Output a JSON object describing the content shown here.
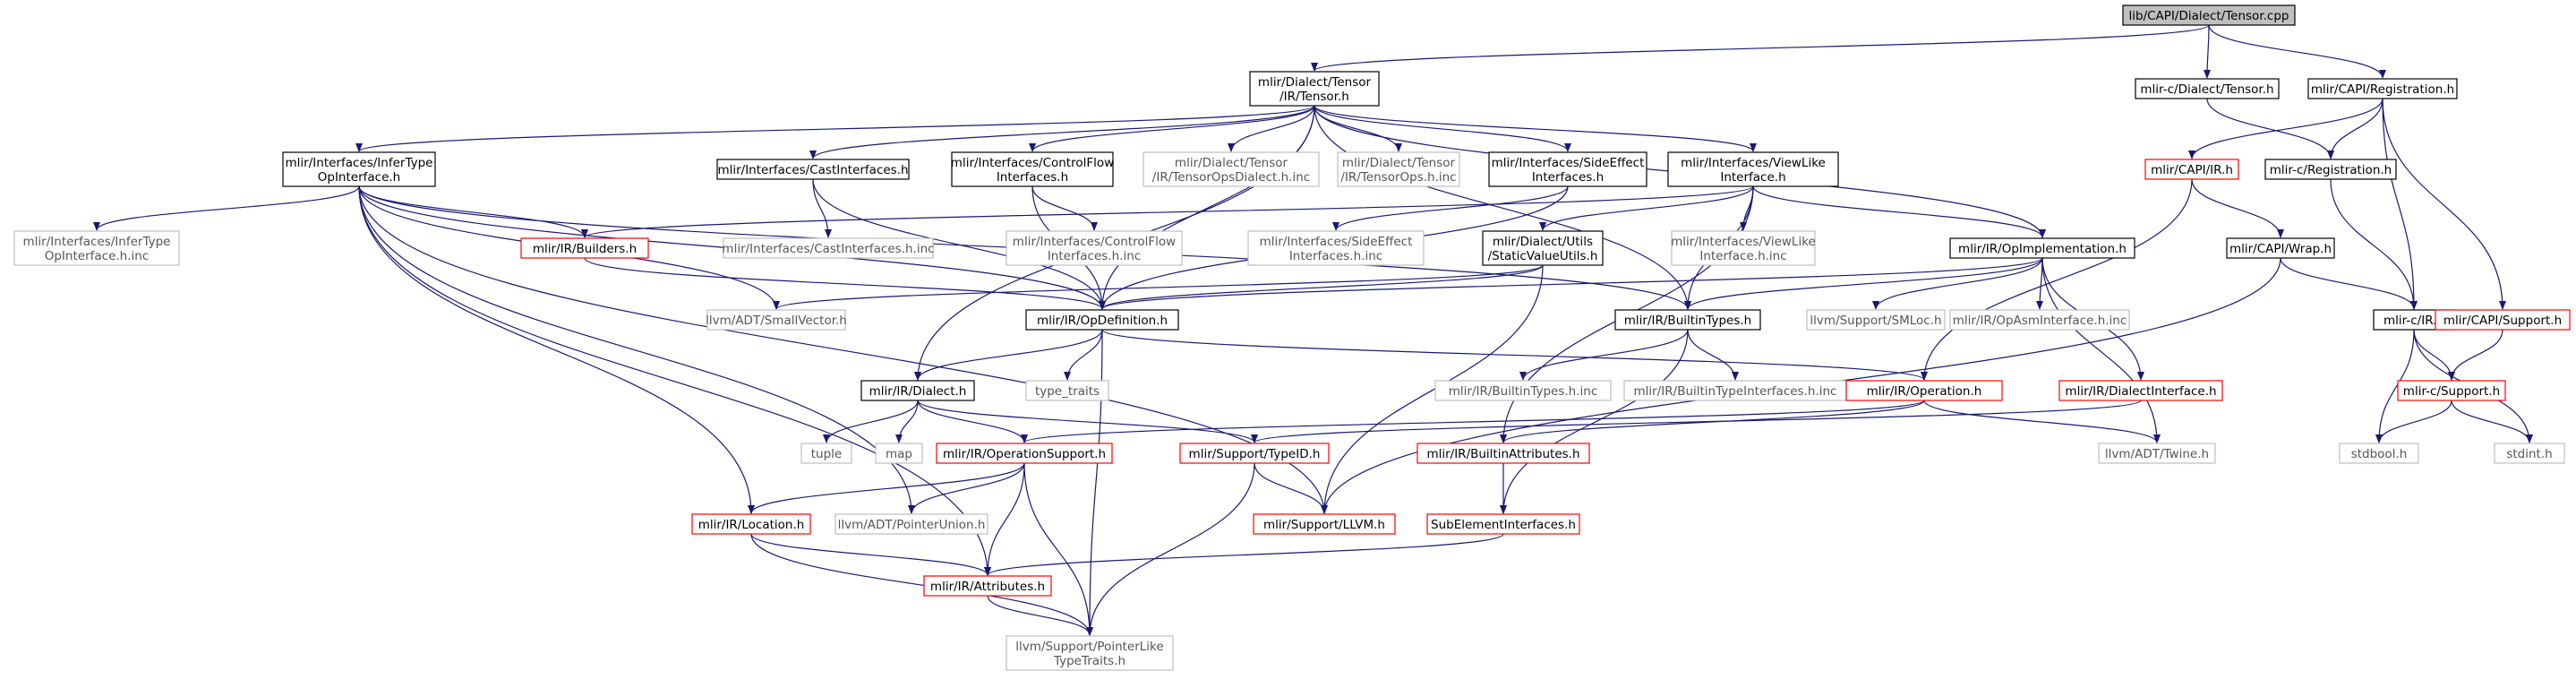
{
  "graph": {
    "nodes": {
      "n_root": {
        "lines": [
          "lib/CAPI/Dialect/Tensor.cpp"
        ],
        "style": "root"
      },
      "n_tensor_h": {
        "lines": [
          "mlir/Dialect/Tensor",
          "/IR/Tensor.h"
        ],
        "style": "normal"
      },
      "n_capi_tensor": {
        "lines": [
          "mlir-c/Dialect/Tensor.h"
        ],
        "style": "normal"
      },
      "n_capi_reg": {
        "lines": [
          "mlir/CAPI/Registration.h"
        ],
        "style": "normal"
      },
      "n_infertype": {
        "lines": [
          "mlir/Interfaces/InferType",
          "OpInterface.h"
        ],
        "style": "normal"
      },
      "n_cast": {
        "lines": [
          "mlir/Interfaces/CastInterfaces.h"
        ],
        "style": "normal"
      },
      "n_controlflow": {
        "lines": [
          "mlir/Interfaces/ControlFlow",
          "Interfaces.h"
        ],
        "style": "normal"
      },
      "n_tensoropsdialect": {
        "lines": [
          "mlir/Dialect/Tensor",
          "/IR/TensorOpsDialect.h.inc"
        ],
        "style": "gray"
      },
      "n_tensorops_inc": {
        "lines": [
          "mlir/Dialect/Tensor",
          "/IR/TensorOps.h.inc"
        ],
        "style": "gray"
      },
      "n_sideeffect": {
        "lines": [
          "mlir/Interfaces/SideEffect",
          "Interfaces.h"
        ],
        "style": "normal"
      },
      "n_viewlike": {
        "lines": [
          "mlir/Interfaces/ViewLike",
          "Interface.h"
        ],
        "style": "normal"
      },
      "n_capi_ir": {
        "lines": [
          "mlir/CAPI/IR.h"
        ],
        "style": "red"
      },
      "n_c_reg": {
        "lines": [
          "mlir-c/Registration.h"
        ],
        "style": "normal"
      },
      "n_infertype_inc": {
        "lines": [
          "mlir/Interfaces/InferType",
          "OpInterface.h.inc"
        ],
        "style": "gray"
      },
      "n_builders": {
        "lines": [
          "mlir/IR/Builders.h"
        ],
        "style": "red"
      },
      "n_cast_inc": {
        "lines": [
          "mlir/Interfaces/CastInterfaces.h.inc"
        ],
        "style": "gray"
      },
      "n_controlflow_inc": {
        "lines": [
          "mlir/Interfaces/ControlFlow",
          "Interfaces.h.inc"
        ],
        "style": "gray"
      },
      "n_sideeffect_inc": {
        "lines": [
          "mlir/Interfaces/SideEffect",
          "Interfaces.h.inc"
        ],
        "style": "gray"
      },
      "n_staticvalue": {
        "lines": [
          "mlir/Dialect/Utils",
          "/StaticValueUtils.h"
        ],
        "style": "normal"
      },
      "n_viewlike_inc": {
        "lines": [
          "mlir/Interfaces/ViewLike",
          "Interface.h.inc"
        ],
        "style": "gray"
      },
      "n_opimpl": {
        "lines": [
          "mlir/IR/OpImplementation.h"
        ],
        "style": "normal"
      },
      "n_capi_wrap": {
        "lines": [
          "mlir/CAPI/Wrap.h"
        ],
        "style": "normal"
      },
      "n_c_ir": {
        "lines": [
          "mlir-c/IR.h"
        ],
        "style": "normal"
      },
      "n_capi_support": {
        "lines": [
          "mlir/CAPI/Support.h"
        ],
        "style": "red"
      },
      "n_smallvector": {
        "lines": [
          "llvm/ADT/SmallVector.h"
        ],
        "style": "gray"
      },
      "n_opdef": {
        "lines": [
          "mlir/IR/OpDefinition.h"
        ],
        "style": "normal"
      },
      "n_builtintypes": {
        "lines": [
          "mlir/IR/BuiltinTypes.h"
        ],
        "style": "normal"
      },
      "n_smloc": {
        "lines": [
          "llvm/Support/SMLoc.h"
        ],
        "style": "gray"
      },
      "n_opasm_inc": {
        "lines": [
          "mlir/IR/OpAsmInterface.h.inc"
        ],
        "style": "gray"
      },
      "n_c_support": {
        "lines": [
          "mlir-c/Support.h"
        ],
        "style": "red"
      },
      "n_dialect": {
        "lines": [
          "mlir/IR/Dialect.h"
        ],
        "style": "normal"
      },
      "n_typetraits": {
        "lines": [
          "type_traits"
        ],
        "style": "gray"
      },
      "n_builtintypes_inc": {
        "lines": [
          "mlir/IR/BuiltinTypes.h.inc"
        ],
        "style": "gray"
      },
      "n_builtintypeinterfaces_inc": {
        "lines": [
          "mlir/IR/BuiltinTypeInterfaces.h.inc"
        ],
        "style": "gray"
      },
      "n_operation": {
        "lines": [
          "mlir/IR/Operation.h"
        ],
        "style": "red"
      },
      "n_dialectinterface": {
        "lines": [
          "mlir/IR/DialectInterface.h"
        ],
        "style": "red"
      },
      "n_tuple": {
        "lines": [
          "tuple"
        ],
        "style": "gray"
      },
      "n_map": {
        "lines": [
          "map"
        ],
        "style": "gray"
      },
      "n_opsupport": {
        "lines": [
          "mlir/IR/OperationSupport.h"
        ],
        "style": "red"
      },
      "n_typeid": {
        "lines": [
          "mlir/Support/TypeID.h"
        ],
        "style": "red"
      },
      "n_builtinattrs": {
        "lines": [
          "mlir/IR/BuiltinAttributes.h"
        ],
        "style": "red"
      },
      "n_twine": {
        "lines": [
          "llvm/ADT/Twine.h"
        ],
        "style": "gray"
      },
      "n_stdbool": {
        "lines": [
          "stdbool.h"
        ],
        "style": "gray"
      },
      "n_stdint": {
        "lines": [
          "stdint.h"
        ],
        "style": "gray"
      },
      "n_location": {
        "lines": [
          "mlir/IR/Location.h"
        ],
        "style": "red"
      },
      "n_pointerunion": {
        "lines": [
          "llvm/ADT/PointerUnion.h"
        ],
        "style": "gray"
      },
      "n_llvm": {
        "lines": [
          "mlir/Support/LLVM.h"
        ],
        "style": "red"
      },
      "n_subelement": {
        "lines": [
          "SubElementInterfaces.h"
        ],
        "style": "red"
      },
      "n_attributes": {
        "lines": [
          "mlir/IR/Attributes.h"
        ],
        "style": "red"
      },
      "n_pointerlike": {
        "lines": [
          "llvm/Support/PointerLike",
          "TypeTraits.h"
        ],
        "style": "gray"
      }
    },
    "edges": [
      [
        "n_root",
        "n_tensor_h"
      ],
      [
        "n_root",
        "n_capi_tensor"
      ],
      [
        "n_root",
        "n_capi_reg"
      ],
      [
        "n_tensor_h",
        "n_infertype"
      ],
      [
        "n_tensor_h",
        "n_cast"
      ],
      [
        "n_tensor_h",
        "n_controlflow"
      ],
      [
        "n_tensor_h",
        "n_tensoropsdialect"
      ],
      [
        "n_tensor_h",
        "n_tensorops_inc"
      ],
      [
        "n_tensor_h",
        "n_sideeffect"
      ],
      [
        "n_tensor_h",
        "n_viewlike"
      ],
      [
        "n_tensor_h",
        "n_opdef"
      ],
      [
        "n_tensor_h",
        "n_dialect"
      ],
      [
        "n_tensor_h",
        "n_opimpl"
      ],
      [
        "n_tensor_h",
        "n_builtintypes"
      ],
      [
        "n_capi_tensor",
        "n_c_reg"
      ],
      [
        "n_capi_reg",
        "n_capi_ir"
      ],
      [
        "n_capi_reg",
        "n_c_reg"
      ],
      [
        "n_capi_reg",
        "n_c_ir"
      ],
      [
        "n_capi_reg",
        "n_capi_support"
      ],
      [
        "n_infertype",
        "n_infertype_inc"
      ],
      [
        "n_infertype",
        "n_builders"
      ],
      [
        "n_infertype",
        "n_smallvector"
      ],
      [
        "n_infertype",
        "n_opdef"
      ],
      [
        "n_infertype",
        "n_builtintypes"
      ],
      [
        "n_infertype",
        "n_location"
      ],
      [
        "n_infertype",
        "n_llvm"
      ],
      [
        "n_infertype",
        "n_pointerunion"
      ],
      [
        "n_infertype",
        "n_attributes"
      ],
      [
        "n_cast",
        "n_cast_inc"
      ],
      [
        "n_cast",
        "n_opdef"
      ],
      [
        "n_controlflow",
        "n_controlflow_inc"
      ],
      [
        "n_controlflow",
        "n_opdef"
      ],
      [
        "n_sideeffect",
        "n_sideeffect_inc"
      ],
      [
        "n_sideeffect",
        "n_opdef"
      ],
      [
        "n_viewlike",
        "n_viewlike_inc"
      ],
      [
        "n_viewlike",
        "n_builders"
      ],
      [
        "n_viewlike",
        "n_staticvalue"
      ],
      [
        "n_viewlike",
        "n_opimpl"
      ],
      [
        "n_viewlike",
        "n_builtintypes"
      ],
      [
        "n_viewlike",
        "n_builtinattrs"
      ],
      [
        "n_capi_ir",
        "n_capi_wrap"
      ],
      [
        "n_capi_ir",
        "n_operation"
      ],
      [
        "n_c_reg",
        "n_c_ir"
      ],
      [
        "n_builders",
        "n_opdef"
      ],
      [
        "n_staticvalue",
        "n_smallvector"
      ],
      [
        "n_staticvalue",
        "n_opdef"
      ],
      [
        "n_staticvalue",
        "n_llvm"
      ],
      [
        "n_opimpl",
        "n_opdef"
      ],
      [
        "n_opimpl",
        "n_builtintypes"
      ],
      [
        "n_opimpl",
        "n_smloc"
      ],
      [
        "n_opimpl",
        "n_opasm_inc"
      ],
      [
        "n_opimpl",
        "n_dialectinterface"
      ],
      [
        "n_opimpl",
        "n_twine"
      ],
      [
        "n_capi_wrap",
        "n_c_ir"
      ],
      [
        "n_capi_wrap",
        "n_llvm"
      ],
      [
        "n_c_ir",
        "n_c_support"
      ],
      [
        "n_c_ir",
        "n_stdbool"
      ],
      [
        "n_c_ir",
        "n_stdint"
      ],
      [
        "n_capi_support",
        "n_c_support"
      ],
      [
        "n_c_support",
        "n_stdbool"
      ],
      [
        "n_c_support",
        "n_stdint"
      ],
      [
        "n_opdef",
        "n_dialect"
      ],
      [
        "n_opdef",
        "n_typetraits"
      ],
      [
        "n_opdef",
        "n_operation"
      ],
      [
        "n_opdef",
        "n_pointerlike"
      ],
      [
        "n_builtintypes",
        "n_builtintypes_inc"
      ],
      [
        "n_builtintypes",
        "n_builtintypeinterfaces_inc"
      ],
      [
        "n_builtintypes",
        "n_subelement"
      ],
      [
        "n_operation",
        "n_opsupport"
      ],
      [
        "n_operation",
        "n_builtinattrs"
      ],
      [
        "n_operation",
        "n_twine"
      ],
      [
        "n_dialectinterface",
        "n_typeid"
      ],
      [
        "n_dialect",
        "n_tuple"
      ],
      [
        "n_dialect",
        "n_map"
      ],
      [
        "n_dialect",
        "n_opsupport"
      ],
      [
        "n_dialect",
        "n_typeid"
      ],
      [
        "n_opsupport",
        "n_location"
      ],
      [
        "n_opsupport",
        "n_pointerunion"
      ],
      [
        "n_opsupport",
        "n_attributes"
      ],
      [
        "n_opsupport",
        "n_pointerlike"
      ],
      [
        "n_typeid",
        "n_llvm"
      ],
      [
        "n_typeid",
        "n_pointerlike"
      ],
      [
        "n_builtinattrs",
        "n_subelement"
      ],
      [
        "n_location",
        "n_attributes"
      ],
      [
        "n_location",
        "n_pointerlike"
      ],
      [
        "n_subelement",
        "n_attributes"
      ],
      [
        "n_attributes",
        "n_pointerlike"
      ]
    ]
  }
}
